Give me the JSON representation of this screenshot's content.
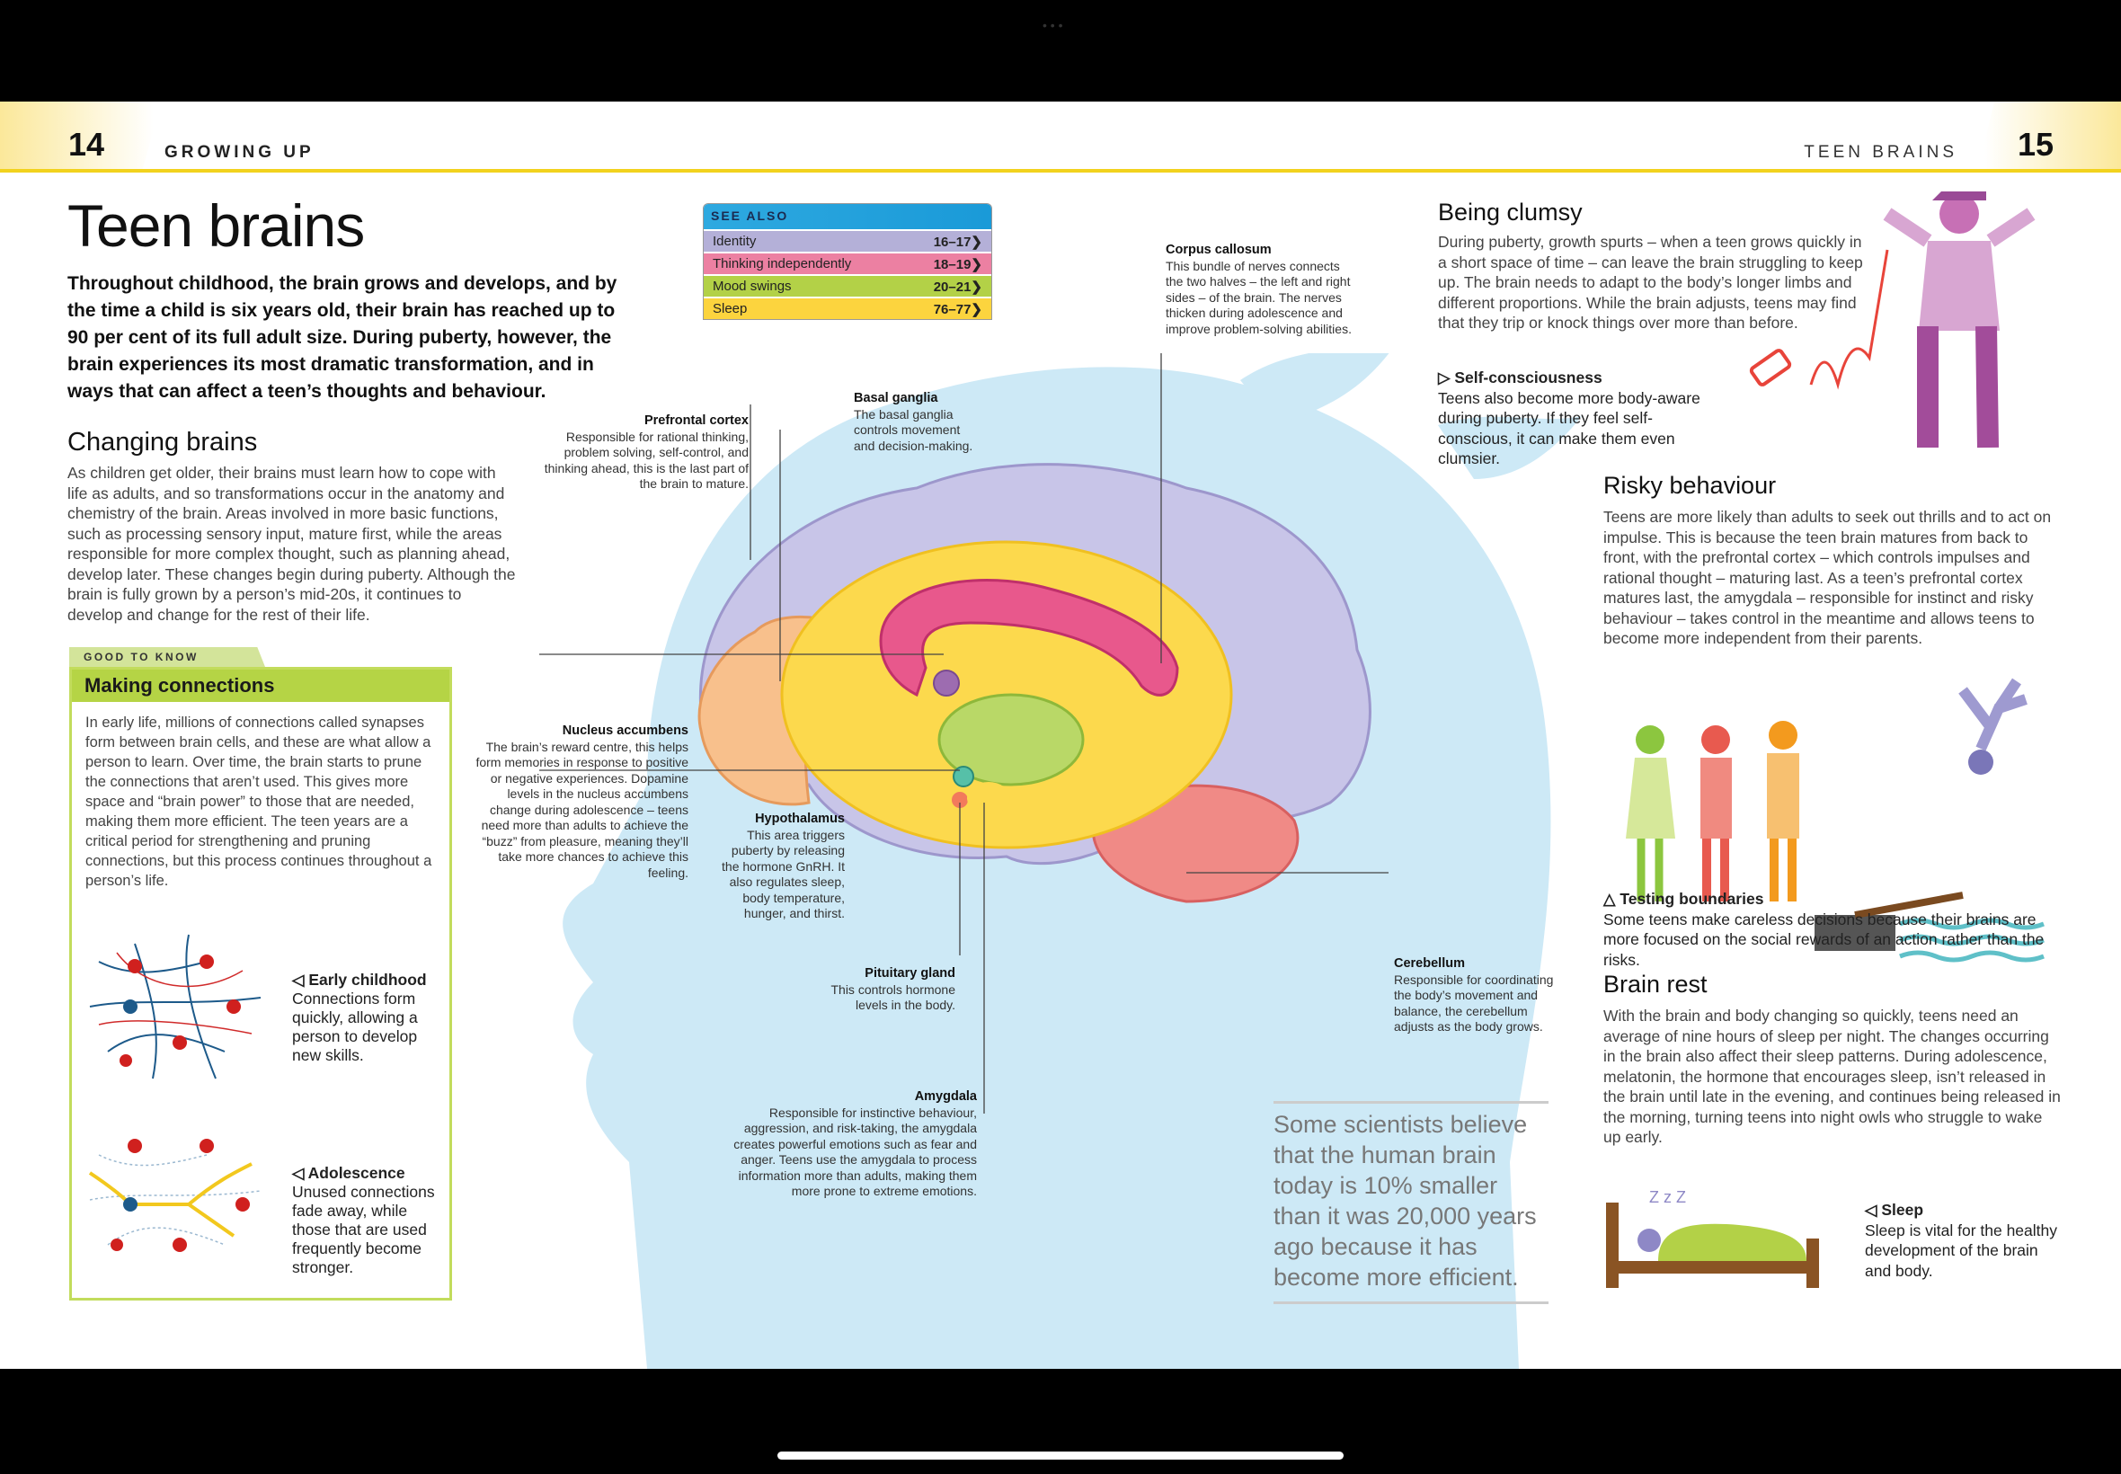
{
  "header": {
    "left_page": "14",
    "left_section": "GROWING UP",
    "right_section": "TEEN BRAINS",
    "right_page": "15"
  },
  "title": "Teen brains",
  "intro": "Throughout childhood, the brain grows and develops, and by the time a child is six years old, their brain has reached up to 90 per cent of its full adult size. During puberty, however, the brain experiences its most dramatic transformation, and in ways that can affect a teen’s thoughts and behaviour.",
  "changing": {
    "heading": "Changing brains",
    "text": "As children get older, their brains must learn how to cope with life as adults, and so transformations occur in the anatomy and chemistry of the brain. Areas involved in more basic functions, such as processing sensory input, mature first, while the areas responsible for more complex thought, such as planning ahead, develop later. These changes begin during puberty. Although the brain is fully grown by a person’s mid-20s, it continues to develop and change for the rest of their life."
  },
  "see_also": {
    "heading": "SEE ALSO",
    "items": [
      {
        "label": "Identity",
        "pages": "16–17❯",
        "color": "#b4b0d8"
      },
      {
        "label": "Thinking independently",
        "pages": "18–19❯",
        "color": "#ec80a2"
      },
      {
        "label": "Mood swings",
        "pages": "20–21❯",
        "color": "#b3d147"
      },
      {
        "label": "Sleep",
        "pages": "76–77❯",
        "color": "#fcd43e"
      }
    ]
  },
  "good_to_know": {
    "tab": "GOOD TO KNOW",
    "heading": "Making connections",
    "text": "In early life, millions of connections called synapses form between brain cells, and these are what allow a person to learn. Over time, the brain starts to prune the connections that aren’t used. This gives more space and “brain power” to those that are needed, making them more efficient. The teen years are a critical period for strengthening and pruning connections, but this process continues throughout a person’s life.",
    "early": {
      "title": "◁ Early childhood",
      "text": "Connections form quickly, allowing a person to develop new skills."
    },
    "adolescence": {
      "title": "◁ Adolescence",
      "text": "Unused connections fade away, while those that are used frequently become stronger."
    }
  },
  "labels": {
    "prefrontal": {
      "title": "Prefrontal cortex",
      "text": "Responsible for rational thinking, problem solving, self-control, and thinking ahead, this is the last part of the brain to mature."
    },
    "basal": {
      "title": "Basal ganglia",
      "text": "The basal ganglia controls movement and decision-making."
    },
    "corpus": {
      "title": "Corpus callosum",
      "text": "This bundle of nerves connects the two halves – the left and right sides – of the brain. The nerves thicken during adolescence and improve problem-solving abilities."
    },
    "nucleus": {
      "title": "Nucleus accumbens",
      "text": "The brain’s reward centre, this helps form memories in response to positive or negative experiences. Dopamine levels in the nucleus accumbens change during adolescence – teens need more than adults to achieve the “buzz” from pleasure, meaning they’ll take more chances to achieve this feeling."
    },
    "hypothalamus": {
      "title": "Hypothalamus",
      "text": "This area triggers puberty by releasing the hormone GnRH. It also regulates sleep, body temperature, hunger, and thirst."
    },
    "pituitary": {
      "title": "Pituitary gland",
      "text": "This controls hormone levels in the body."
    },
    "amygdala": {
      "title": "Amygdala",
      "text": "Responsible for instinctive behaviour, aggression, and risk-taking, the amygdala creates powerful emotions such as fear and anger. Teens use the amygdala to process information more than adults, making them more prone to extreme emotions."
    },
    "cerebellum": {
      "title": "Cerebellum",
      "text": "Responsible for coordinating the body’s movement and balance, the cerebellum adjusts as the body grows."
    }
  },
  "clumsy": {
    "heading": "Being clumsy",
    "text": "During puberty, growth spurts – when a teen grows quickly in a short space of time – can leave the brain struggling to keep up. The brain needs to adapt to the body’s longer limbs and different proportions. While the brain adjusts, teens may find that they trip or knock things over more than before.",
    "self_title": "▷ Self-consciousness",
    "self_text": "Teens also become more body-aware during puberty. If they feel self-conscious, it can make them even clumsier."
  },
  "risky": {
    "heading": "Risky behaviour",
    "text": "Teens are more likely than adults to seek out thrills and to act on impulse. This is because the teen brain matures from back to front, with the prefrontal cortex – which controls impulses and rational thought – maturing last. As a teen’s prefrontal cortex matures last, the amygdala – responsible for instinct and risky behaviour – takes control in the meantime and allows teens to become more independent from their parents.",
    "caption_title": "△ Testing boundaries",
    "caption_text": "Some teens make careless decisions because their brains are more focused on the social rewards of an action rather than the risks."
  },
  "rest": {
    "heading": "Brain rest",
    "text": "With the brain and body changing so quickly, teens need an average of nine hours of sleep per night. The changes occurring in the brain also affect their sleep patterns. During adolescence, melatonin, the hormone that encourages sleep, isn’t released in the brain until late in the evening, and continues being released in the morning, turning teens into night owls who struggle to wake up early.",
    "sleep_title": "◁ Sleep",
    "sleep_text": "Sleep is vital for the healthy development of the brain and body.",
    "zzz": "Z z Z"
  },
  "quote": "Some scientists believe that the human brain today is 10% smaller than it was 20,000 years ago because it has become more efficient."
}
